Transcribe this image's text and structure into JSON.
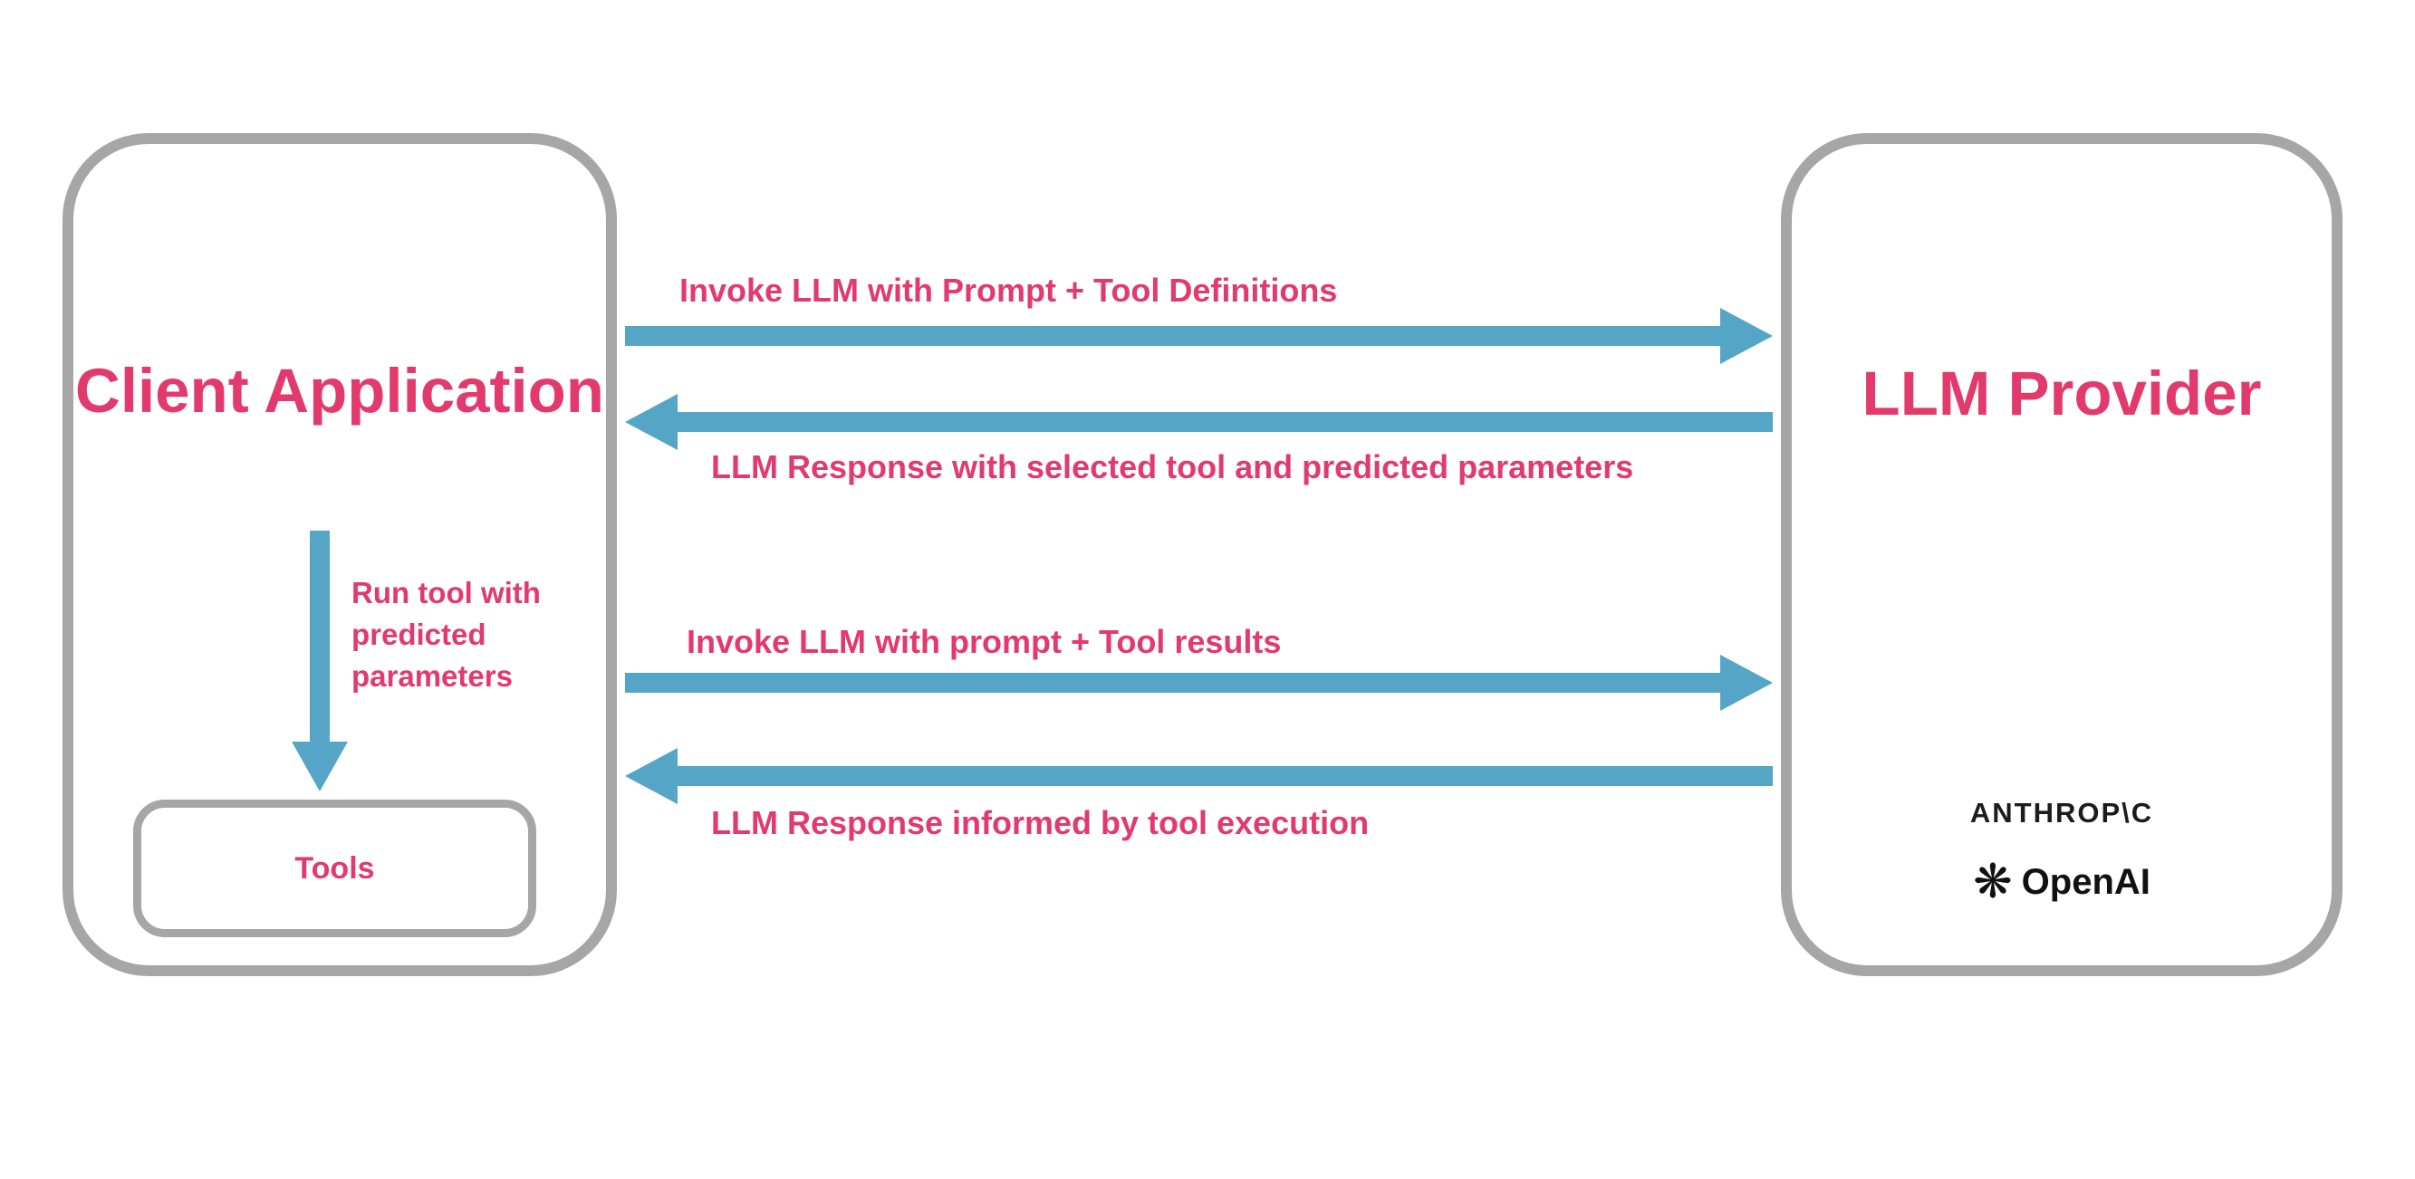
{
  "diagram": {
    "client_box": {
      "title": "Client Application",
      "run_tool_label": "Run tool with\npredicted\nparameters",
      "tools_label": "Tools"
    },
    "provider_box": {
      "title": "LLM Provider",
      "anthropic_label": "ANTHROP\\C",
      "openai_label": "OpenAI"
    },
    "arrows": [
      {
        "label": "Invoke LLM with Prompt + Tool Definitions",
        "direction": "right"
      },
      {
        "label": "LLM Response with selected tool and predicted parameters",
        "direction": "left"
      },
      {
        "label": "Invoke LLM with prompt + Tool results",
        "direction": "right"
      },
      {
        "label": "LLM Response informed by tool execution",
        "direction": "left"
      }
    ],
    "colors": {
      "accent_pink": "#e23a6c",
      "arrow_blue": "#55a5c6",
      "border_gray": "#a6a6a6"
    }
  }
}
